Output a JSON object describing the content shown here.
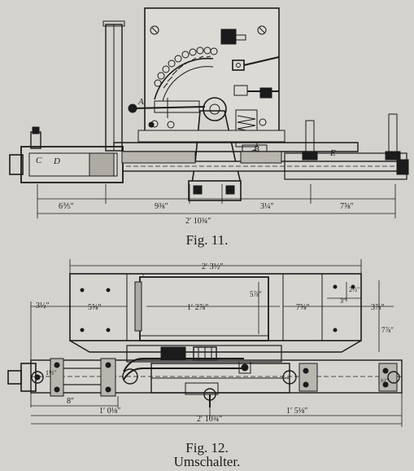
{
  "figure_11": {
    "caption": "Fig. 11.",
    "letters": {
      "A": "A",
      "B": "B",
      "C": "C",
      "D": "D",
      "E": "E"
    },
    "dimensions": {
      "d1": "6⅗″",
      "d2": "9⅜″",
      "d3": "3¼″",
      "d4": "7⅝″",
      "total": "2′ 10¾″"
    }
  },
  "figure_12": {
    "caption": "Fig. 12.",
    "subcaption": "Umschalter.",
    "dimensions": {
      "top": "2′ 3½″",
      "left_outer": "3½″",
      "left_inner": "5⅝″",
      "center": "1′ 2⅞″",
      "center_vertical": "5⅞″",
      "right_inner": "7⅝″",
      "right_small_v": "2½″",
      "right_small_h": "3″",
      "right_outer": "3⅞″",
      "right_vertical": "7⅞″",
      "lower_left_v": "1½″",
      "lower_left": "8″",
      "lower_right_v": "1½″",
      "bottom_left": "1′ 0⅛″",
      "bottom_total": "2′ 10¾″",
      "bottom_right": "1′ 5⅛″"
    }
  }
}
